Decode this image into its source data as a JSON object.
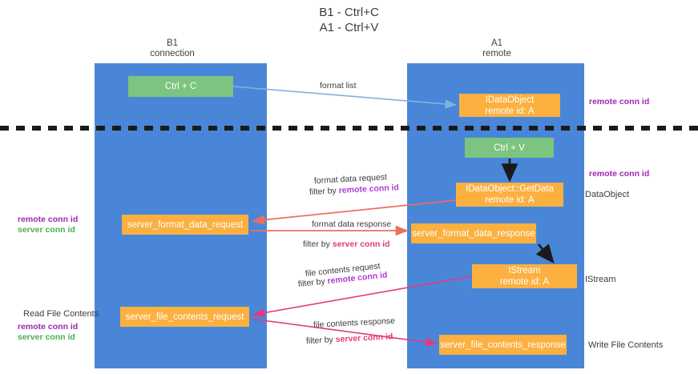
{
  "title": {
    "line1": "B1 - Ctrl+C",
    "line2": "A1 - Ctrl+V"
  },
  "lanes": {
    "left": {
      "name": "B1",
      "role": "connection"
    },
    "right": {
      "name": "A1",
      "role": "remote"
    }
  },
  "boxes": {
    "ctrl_c": "Ctrl + C",
    "ctrl_v": "Ctrl + V",
    "idataobject_title": "IDataObject",
    "idataobject_sub": "remote id: A",
    "getdata_title": "IDataObject::GetData",
    "getdata_sub": "remote id: A",
    "istream_title": "IStream",
    "istream_sub": "remote id: A",
    "server_format_data_request": "server_format_data_request",
    "server_format_data_response": "server_format_data_response",
    "server_file_contents_request": "server_file_contents_request",
    "server_file_contents_response": "server_file_contents_response"
  },
  "captions": {
    "format_list": "format list",
    "format_data_request": "format data request",
    "filter_by": "filter by ",
    "remote_conn_id": "remote conn id",
    "format_data_response": "format data response",
    "server_conn_id": "server conn id",
    "file_contents_request": "file contents request",
    "file_contents_response": "file contents response"
  },
  "side_labels": {
    "remote_conn_id_top": "remote conn id",
    "remote_conn_id_mid": "remote conn id",
    "dataobject": "DataObject",
    "istream": "IStream",
    "write_file_contents": "Write File Contents",
    "read_file_contents": "Read File Contents",
    "left_remote_conn_id": "remote conn id",
    "left_server_conn_id": "server conn id"
  },
  "colors": {
    "lane": "#4a86d8",
    "green_box": "#7cc47f",
    "orange_box": "#fbb040",
    "purple_text": "#9c27b0",
    "green_text": "#4caf50",
    "arrow_red": "#e8705f",
    "arrow_pink": "#e4397f",
    "arrow_blue": "#7fb3e0",
    "arrow_black": "#1a1a1a",
    "divider": "#1a1a1a"
  }
}
